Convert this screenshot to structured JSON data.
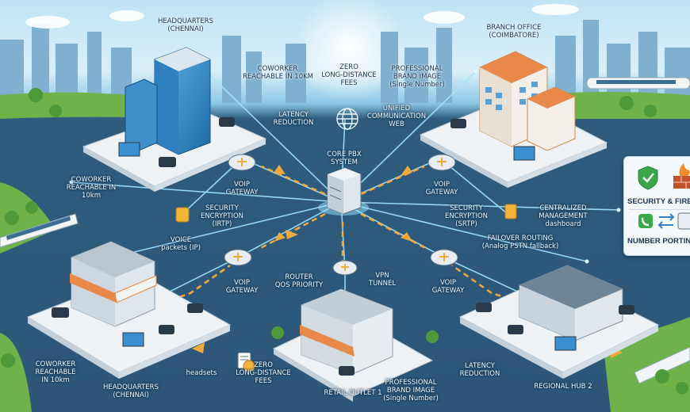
{
  "sites": {
    "hq_top": [
      "HEADQUARTERS",
      "(CHENNAI)"
    ],
    "branch": [
      "BRANCH OFFICE",
      "(COIMBATORE)"
    ],
    "hq_bottom": [
      "HEADQUARTERS",
      "(CHENNAI)"
    ],
    "retail": [
      "RETAIL OUTLET 1"
    ],
    "hub": [
      "REGIONAL HUB 2"
    ]
  },
  "labels": {
    "coworker_top": [
      "COWORKER",
      "REACHABLE IN 10km"
    ],
    "zero_fees_top": [
      "ZERO",
      "LONG-DISTANCE",
      "FEES"
    ],
    "brand_top": [
      "PROFESSIONAL",
      "BRAND IMAGE",
      "(Single Number)"
    ],
    "latency_top": [
      "LATENCY",
      "REDUCTION"
    ],
    "unified": [
      "UNIFIED",
      "COMMUNICATION",
      "WEB"
    ],
    "core_pbx": [
      "CORE PBX",
      "SYSTEM"
    ],
    "coworker_left": [
      "COWORKER",
      "REACHABLE IN",
      "10km"
    ],
    "voip_gw_tl": [
      "VOIP",
      "GATEWAY"
    ],
    "voip_gw_tr": [
      "VOIP",
      "GATEWAY"
    ],
    "sec_left": [
      "SECURITY",
      "ENCRYPTION",
      "(IRTP)"
    ],
    "sec_right": [
      "SECURITY",
      "ENCRYPTION",
      "(SRTP)"
    ],
    "central": [
      "CENTRALIZED",
      "MANAGEMENT",
      "dashboard"
    ],
    "voice": [
      "VOICE",
      "packets (IP)"
    ],
    "failover": [
      "FAILOVER ROUTING",
      "(Analog PSTN fallback)"
    ],
    "voip_gw_bl": [
      "VOIP",
      "GATEWAY"
    ],
    "router_qos": [
      "ROUTER",
      "QOS PRIORITY"
    ],
    "vpn": [
      "VPN",
      "TUNNEL"
    ],
    "voip_gw_br": [
      "VOIP",
      "GATEWAY"
    ],
    "coworker_bottom": [
      "COWORKER",
      "REACHABLE",
      "IN 10km"
    ],
    "headsets": [
      "headsets"
    ],
    "zero_fees_bottom": [
      "ZERO",
      "LONG-DISTANCE",
      "FEES"
    ],
    "brand_bottom": [
      "PROFESSIONAL",
      "BRAND IMAGE",
      "(Single Number)"
    ],
    "latency_bottom": [
      "LATENCY",
      "REDUCTION"
    ]
  },
  "panel": {
    "security": "SECURITY & FIREW",
    "porting": "NUMBER PORTIN"
  },
  "colors": {
    "network_line": "#9fe6ff",
    "data_arrow": "#f2a93b",
    "water": "#2d5678",
    "platform": "#eef2f5",
    "grass": "#6fb24a"
  },
  "icons": [
    "globe-icon",
    "shield-check-icon",
    "firewall-icon",
    "phone-icon",
    "document-coin-icon",
    "router-icon",
    "server-icon"
  ]
}
